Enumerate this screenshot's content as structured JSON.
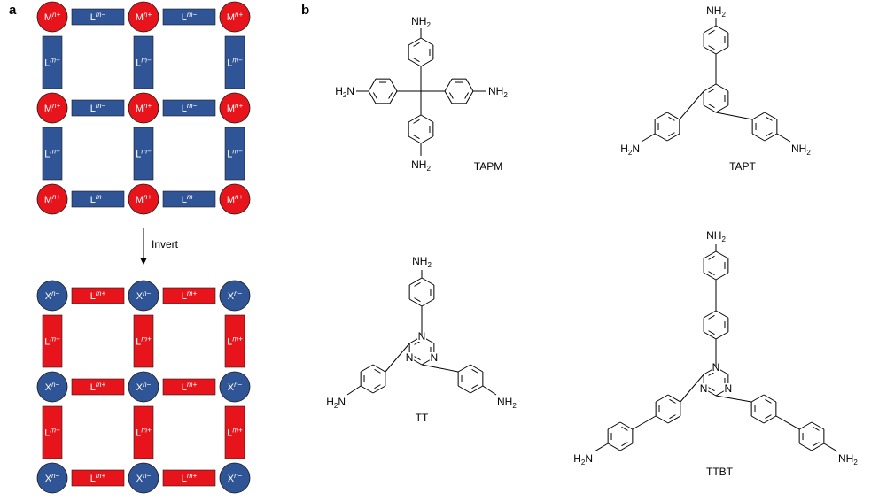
{
  "panels": {
    "a": "a",
    "b": "b"
  },
  "arrow_label": "Invert",
  "grid_top": {
    "node_base": "M",
    "node_sup": "n+",
    "link_base": "L",
    "link_sup": "m−",
    "node_color": "#e8141b",
    "link_color": "#2f5597"
  },
  "grid_bottom": {
    "node_base": "X",
    "node_sup": "n−",
    "link_base": "L",
    "link_sup": "m+",
    "node_color": "#2f5597",
    "link_color": "#e8141b"
  },
  "molecules": [
    {
      "name": "TAPM",
      "group_base": "NH",
      "group_sub": "2"
    },
    {
      "name": "TAPT",
      "group_base": "NH",
      "group_sub": "2"
    },
    {
      "name": "TT",
      "group_base": "NH",
      "group_sub": "2",
      "ring_atom": "N"
    },
    {
      "name": "TTBT",
      "group_base": "NH",
      "group_sub": "2",
      "ring_atom": "N"
    }
  ]
}
